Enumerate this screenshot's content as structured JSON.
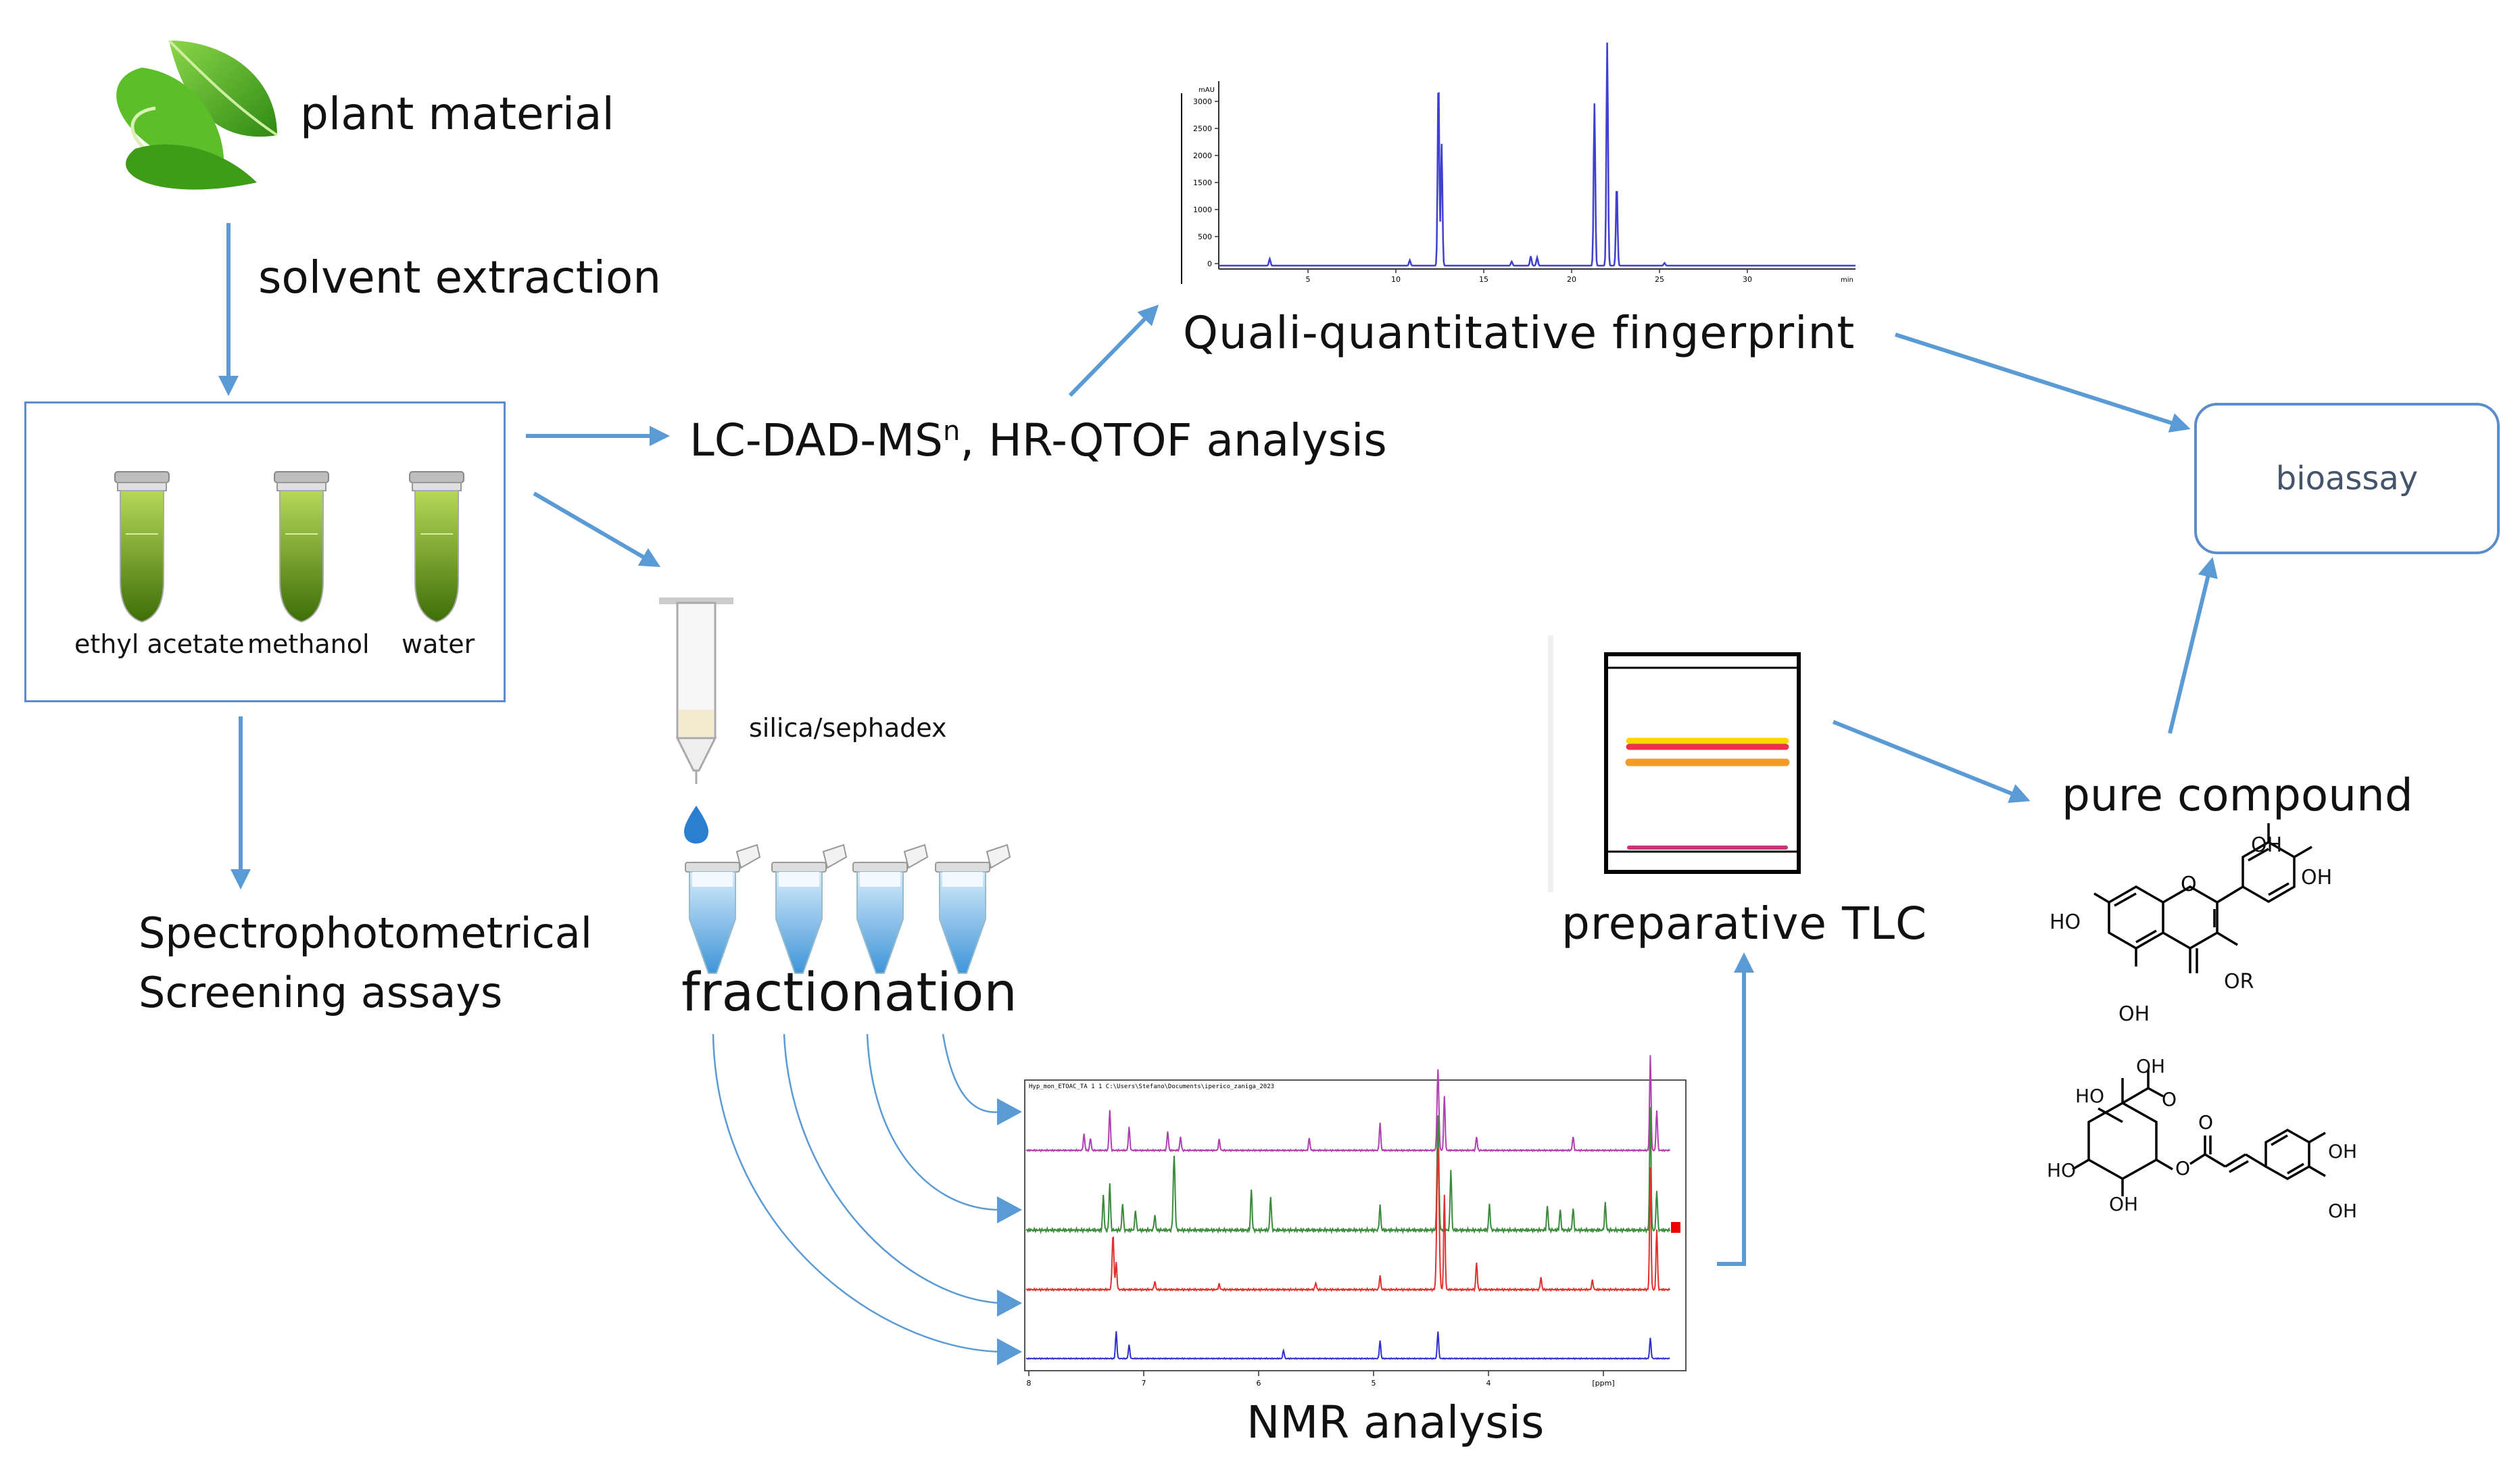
{
  "labels": {
    "plant_material": "plant material",
    "solvent_extraction": "solvent extraction",
    "lc_analysis": "LC-DAD-MS",
    "lc_superscript": "n",
    "lc_analysis_rest": ", HR-QTOF analysis",
    "fingerprint": "Quali-quantitative fingerprint",
    "bioassay": "bioassay",
    "spectro_line1": "Spectrophotometrical",
    "spectro_line2": "Screening assays",
    "silica": "silica/sephadex",
    "fractionation": "fractionation",
    "preparative_tlc": "preparative TLC",
    "pure_compound": "pure compound",
    "nmr_analysis": "NMR analysis"
  },
  "extract_tubes": [
    "ethyl acetate",
    "methanol",
    "water"
  ],
  "chem": {
    "flavonol": {
      "oh1": "OH",
      "oh2": "OH",
      "ho": "HO",
      "or": "OR",
      "oh3": "OH"
    },
    "chlorogenic": {
      "oh_top": "OH",
      "ho_left": "HO",
      "ho_lower": "HO",
      "oh_bottom": "OH",
      "oh_right1": "OH",
      "oh_right2": "OH"
    }
  },
  "chromatogram": {
    "yunit": "mAU",
    "yticks": [
      "3000",
      "2500",
      "2000",
      "1500",
      "1000",
      "500",
      "0"
    ],
    "xticks": [
      "5",
      "10",
      "15",
      "20",
      "25",
      "30"
    ],
    "xunit": "min"
  },
  "nmr": {
    "header": "Hyp_mon_ETOAC_TA 1 1 C:\\Users\\Stefano\\Documents\\iperico_zaniga_2023",
    "xticks": [
      "8",
      "7",
      "6",
      "5",
      "4",
      "[ppm]"
    ]
  },
  "colors": {
    "arrow": "#5b9bd5",
    "tube_green": "#6a9a12",
    "tube_blue": "#56a8e0",
    "nmr_magenta": "#b040b0",
    "nmr_green": "#3c8a3c",
    "nmr_red": "#e03030",
    "nmr_blue": "#3030d0",
    "chrom_blue": "#4040d0",
    "tlc_red": "#e8334f",
    "tlc_yellow": "#ffd700",
    "tlc_orange": "#f29a2a",
    "tlc_pink": "#c8367a",
    "leaf_green": "#4caf1e"
  }
}
